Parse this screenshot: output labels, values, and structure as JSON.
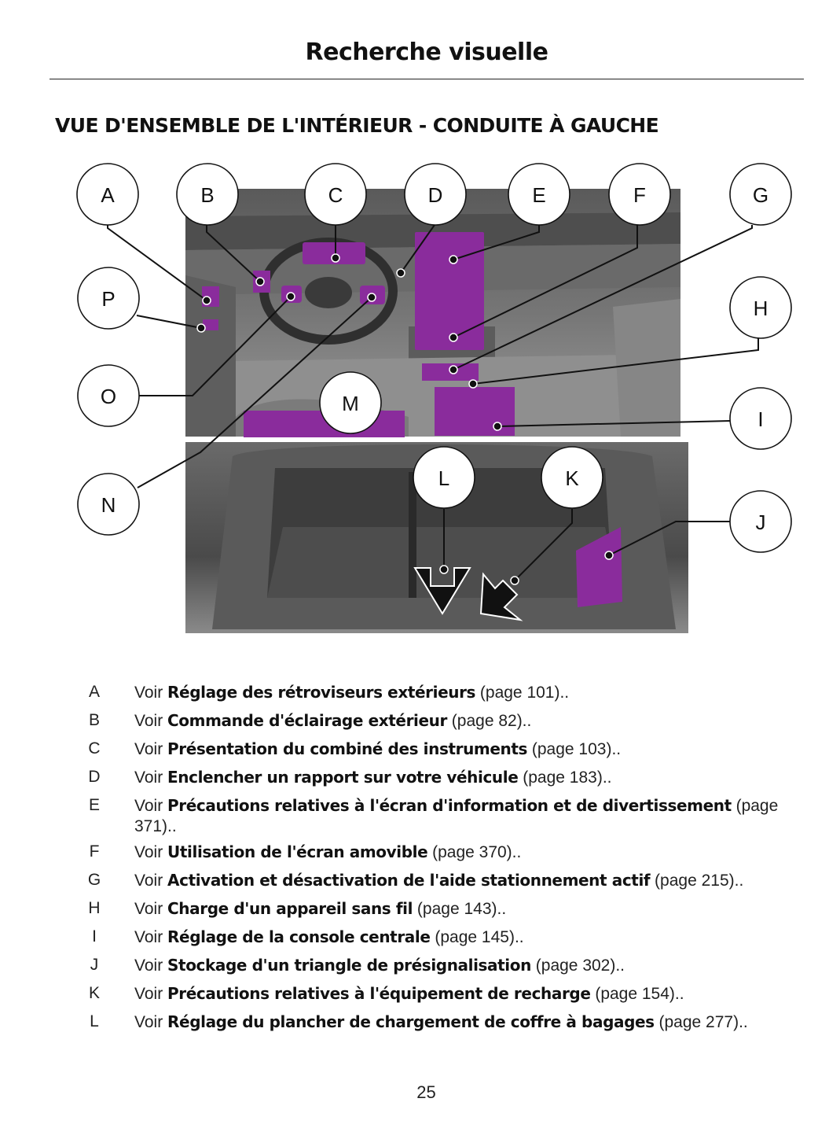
{
  "header": {
    "title": "Recherche visuelle"
  },
  "section": {
    "heading": "VUE D'ENSEMBLE DE L'INTÉRIEUR - CONDUITE À GAUCHE"
  },
  "figure": {
    "callouts": [
      "A",
      "B",
      "C",
      "D",
      "E",
      "F",
      "G",
      "H",
      "I",
      "J",
      "K",
      "L",
      "M",
      "N",
      "O",
      "P"
    ],
    "highlight_color": "#8a2c9c",
    "photo_color": "#6e6e6e"
  },
  "legend": [
    {
      "letter": "A",
      "prefix": "Voir ",
      "bold": "Réglage des rétroviseurs extérieurs",
      "suffix": " (page 101).."
    },
    {
      "letter": "B",
      "prefix": "Voir ",
      "bold": "Commande d'éclairage extérieur",
      "suffix": " (page 82).."
    },
    {
      "letter": "C",
      "prefix": "Voir ",
      "bold": "Présentation du combiné des instruments",
      "suffix": " (page 103).."
    },
    {
      "letter": "D",
      "prefix": "Voir ",
      "bold": "Enclencher un rapport sur votre véhicule",
      "suffix": " (page 183).."
    },
    {
      "letter": "E",
      "prefix": "Voir ",
      "bold": "Précautions relatives à l'écran d'information et de divertissement",
      "suffix": " (page 371).."
    },
    {
      "letter": "F",
      "prefix": "Voir ",
      "bold": "Utilisation de l'écran amovible",
      "suffix": " (page 370).."
    },
    {
      "letter": "G",
      "prefix": "Voir ",
      "bold": "Activation et désactivation de l'aide stationnement actif",
      "suffix": " (page 215).."
    },
    {
      "letter": "H",
      "prefix": "Voir ",
      "bold": "Charge d'un appareil sans fil",
      "suffix": " (page 143).."
    },
    {
      "letter": "I",
      "prefix": "Voir ",
      "bold": "Réglage de la console centrale",
      "suffix": " (page 145).."
    },
    {
      "letter": "J",
      "prefix": "Voir ",
      "bold": "Stockage d'un triangle de présignalisation",
      "suffix": " (page 302).."
    },
    {
      "letter": "K",
      "prefix": "Voir ",
      "bold": "Précautions relatives à l'équipement de recharge",
      "suffix": " (page 154).."
    },
    {
      "letter": "L",
      "prefix": "Voir ",
      "bold": "Réglage du plancher de chargement de coffre à bagages",
      "suffix": " (page 277).."
    }
  ],
  "footer": {
    "page_number": "25"
  }
}
